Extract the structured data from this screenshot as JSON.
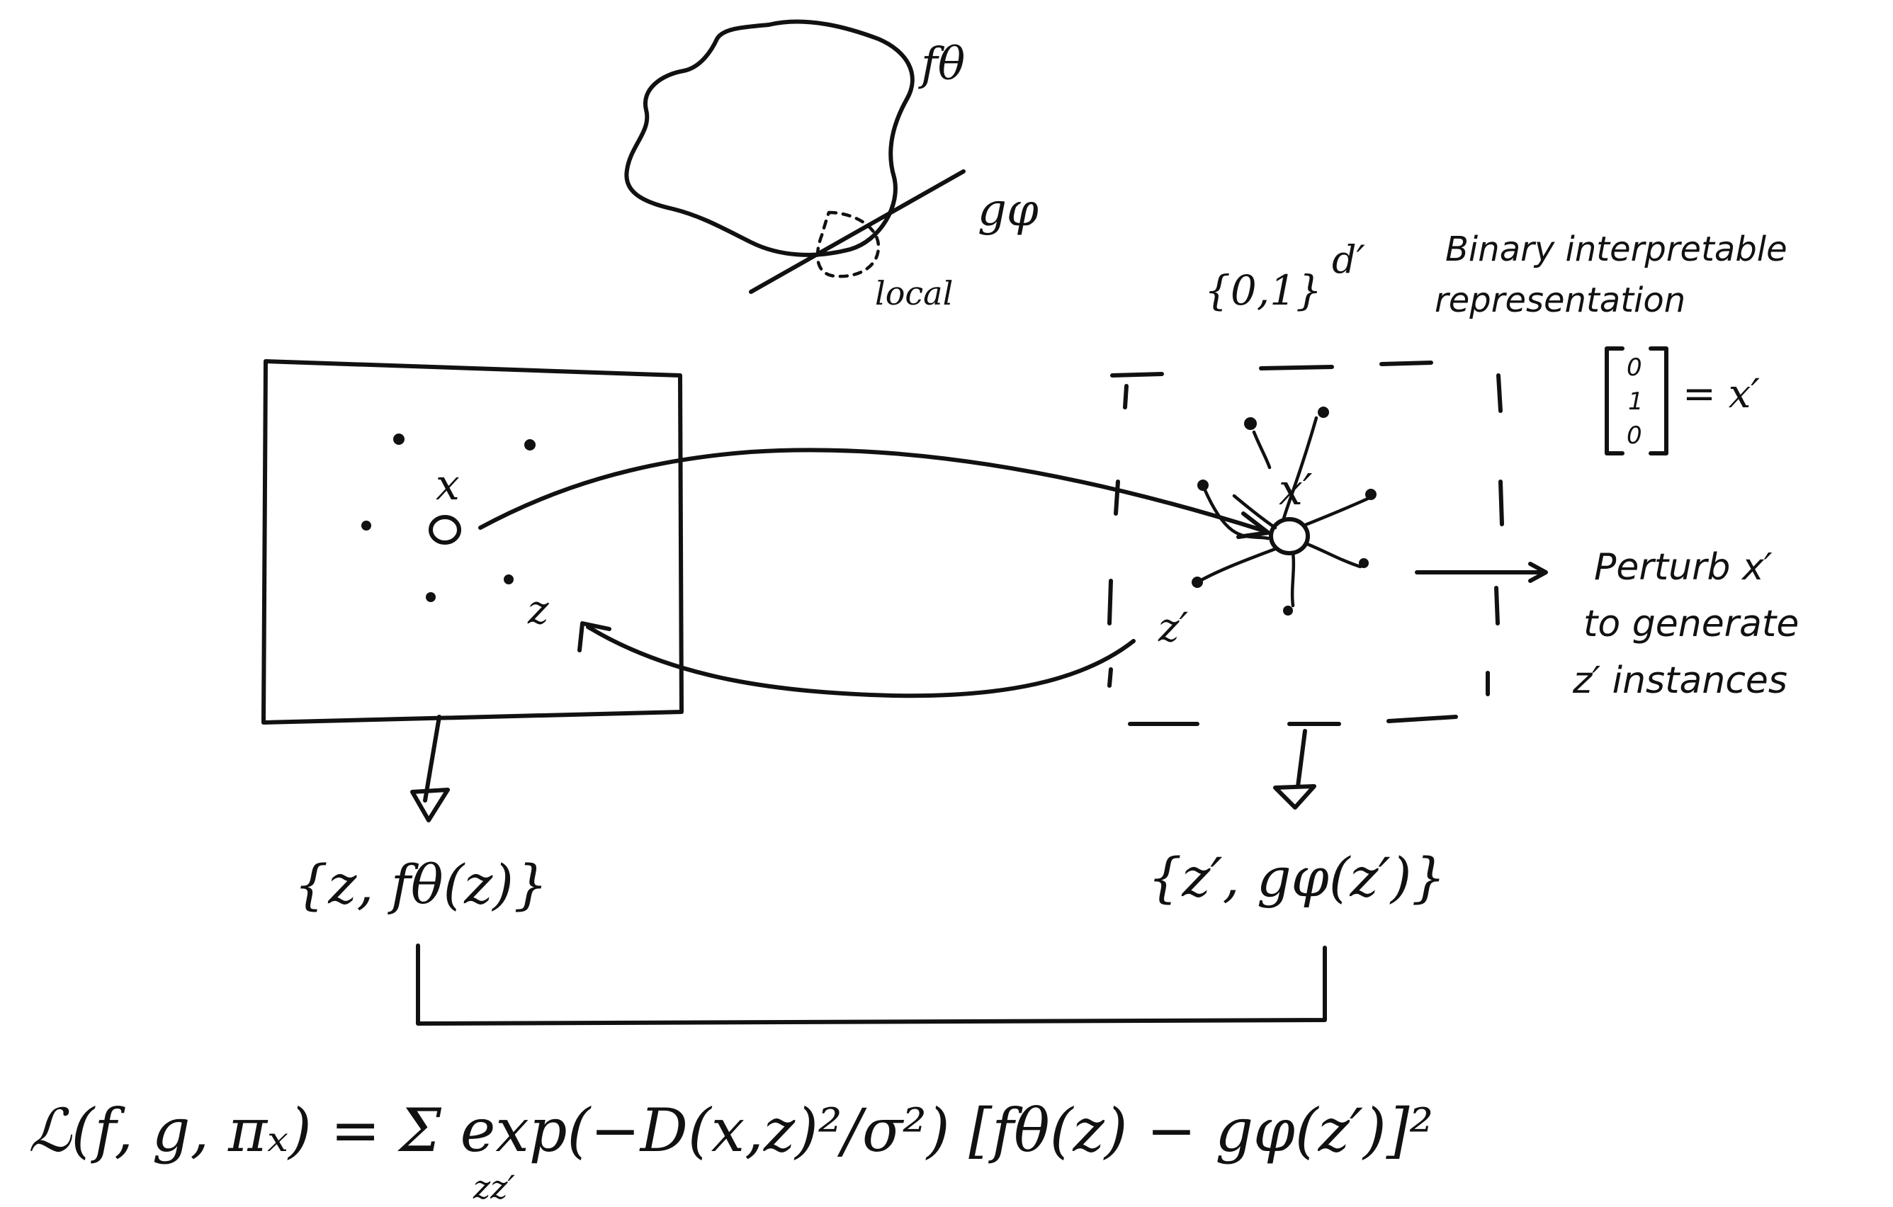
{
  "labels": {
    "f_theta": "fθ",
    "g_phi": "gφ",
    "local": "local",
    "binary_space": "{0,1}",
    "binary_space_exp": "d′",
    "binary_note_line1": "Binary interpretable",
    "binary_note_line2": "representation",
    "vector_top": "0",
    "vector_mid": "1",
    "vector_bot": "0",
    "vector_eq": "= x′",
    "x_left": "x",
    "z_left": "z",
    "x_right": "x′",
    "z_right": "z′",
    "perturb_line1": "Perturb x′",
    "perturb_line2": "to generate",
    "perturb_line3": "z′ instances",
    "set_left": "{z, fθ(z)}",
    "set_right": "{z′, gφ(z′)}",
    "loss_formula": "ℒ(f, g, πₓ) = Σ exp(−D(x,z)²/σ²) [fθ(z) − gφ(z′)]²",
    "loss_sum_sub": "zz′"
  }
}
